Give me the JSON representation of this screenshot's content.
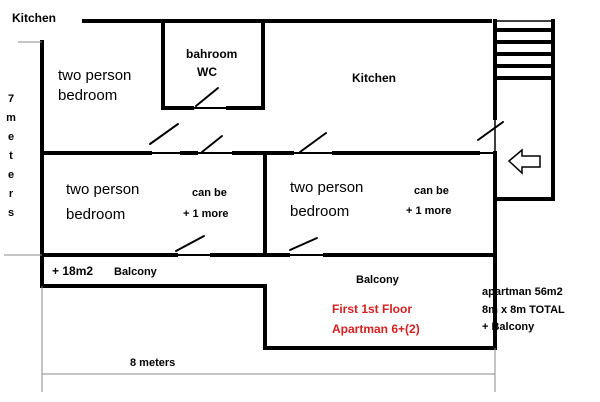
{
  "labels": {
    "corner_kitchen": "Kitchen",
    "kitchen": "Kitchen",
    "bathroom_line1": "bahroom",
    "bathroom_line2": "WC",
    "bedroom_top_line1": "two person",
    "bedroom_top_line2": "bedroom",
    "bedroom_left_line1": "two person",
    "bedroom_left_line2": "bedroom",
    "bedroom_right_line1": "two person",
    "bedroom_right_line2": "bedroom",
    "extra_left_line1": "can be",
    "extra_left_line2": "+ 1 more",
    "extra_right_line1": "can be",
    "extra_right_line2": "+ 1 more",
    "balcony_area": "+ 18m2",
    "balcony_left": "Balcony",
    "balcony_right": "Balcony",
    "floor_title_line1": "First 1st Floor",
    "floor_title_line2": "Apartman 6+(2)",
    "summary_line1": "apartman 56m2",
    "summary_line2": "8m x 8m TOTAL",
    "summary_line3": "+ Balcony",
    "width_dimension": "8 meters"
  },
  "height_dimension_letters": [
    "7",
    "m",
    "e",
    "t",
    "e",
    "r",
    "s"
  ],
  "colors": {
    "ink": "#000000",
    "accent_red": "#d42020",
    "dimension_line": "#8a8a8a",
    "background": "#ffffff"
  }
}
